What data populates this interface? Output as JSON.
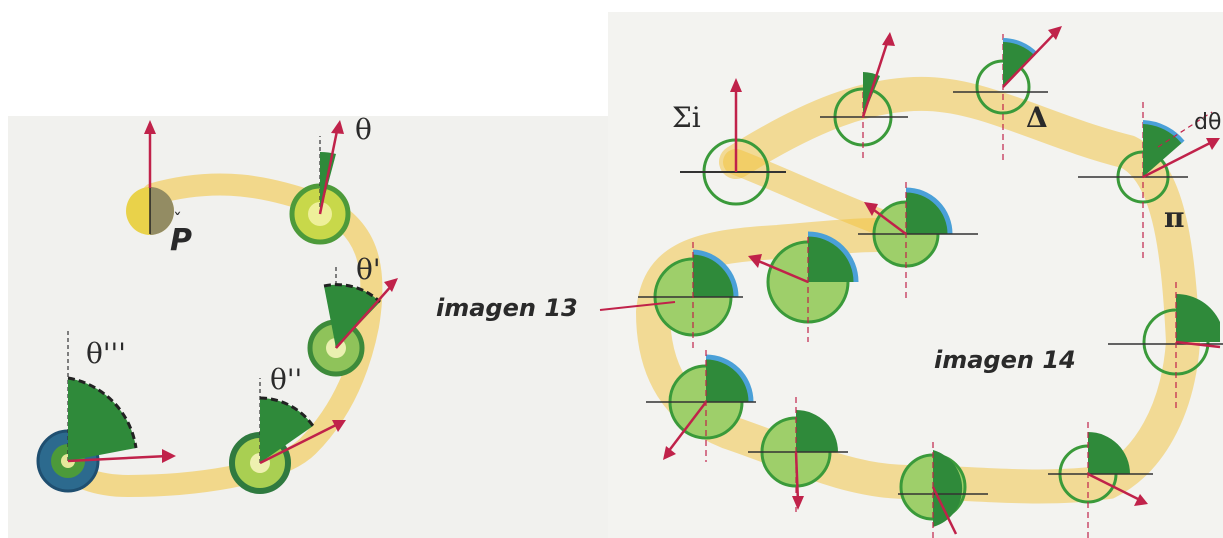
{
  "left_panel": {
    "labels": {
      "p": "P",
      "p_accent": "ˇ",
      "theta": "θ",
      "theta_prime": "θ'",
      "theta_double": "θ''",
      "theta_triple": "θ'''"
    }
  },
  "right_panel": {
    "labels": {
      "sigma_i": "Σi",
      "delta": "Δ",
      "pi": "π",
      "d_theta": "dθ",
      "imagen_14": "imagen 14"
    }
  },
  "callout": {
    "imagen_13": "imagen 13"
  },
  "colors": {
    "path": "#f2c23a",
    "sphere_green": "#2f8a3a",
    "arrow": "#c0224a",
    "ink": "#2a2a2a"
  }
}
